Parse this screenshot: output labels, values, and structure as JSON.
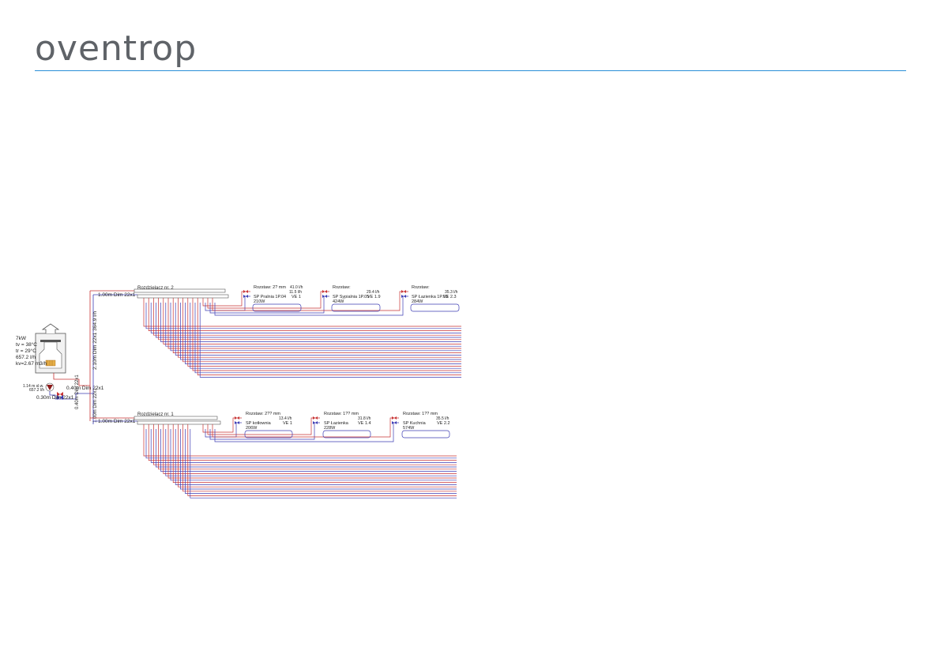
{
  "header": {
    "brand": "oventrop",
    "accent": "#2a8fd8"
  },
  "colors": {
    "supply": "#c83232",
    "return": "#3c3cb4",
    "box": "#555555"
  },
  "source": {
    "lines": [
      "7kW",
      "tv = 38°C",
      "tr = 29°C",
      "657.2 l/h",
      "kv=2.67 m3/h"
    ],
    "pump_head": "1.14 m sl.w.",
    "pump_flow": "657.2 l/h"
  },
  "pipes": {
    "p1": "0.30m Dim 22x1",
    "p2": "0.40m Dim 22x1",
    "p3": "0.40m Dim 22x1",
    "riser": "2.10m Dim 22x1 364.9 l/h",
    "top": "1.00m Dim 22x1",
    "bottom": "1.00m Dim 22x1"
  },
  "distributors": [
    {
      "name": "Rozdzielacz nr. 2",
      "loops": [
        {
          "setting": "Rozstaw: 2? mm",
          "flow_top": "41.0 l/h",
          "flow": "11.5 l/h",
          "room": "SP Pralnia 1P.04",
          "ve": "VE 1",
          "power": "210W"
        },
        {
          "setting": "Rozstaw:",
          "flow_top": "",
          "flow": "29.4 l/h",
          "room": "SP Sypialnia 1P.05",
          "ve": "VE 1.9",
          "power": "424W"
        },
        {
          "setting": "Rozstaw:",
          "flow_top": "",
          "flow": "35.3 l/h",
          "room": "SP Łazienka 1P.03",
          "ve": "VE 2.3",
          "power": "284W"
        }
      ]
    },
    {
      "name": "Rozdzielacz nr. 1",
      "loops": [
        {
          "setting": "Rozstaw: 2?? mm",
          "flow_top": "",
          "flow": "13.4 l/h",
          "room": "SP kotłownia",
          "ve": "VE 1",
          "power": "206W"
        },
        {
          "setting": "Rozstaw: 1?? mm",
          "flow_top": "",
          "flow": "31.8 l/h",
          "room": "SP Łazienka",
          "ve": "VE 1.4",
          "power": "228W"
        },
        {
          "setting": "Rozstaw: 1?? mm",
          "flow_top": "",
          "flow": "35.5 l/h",
          "room": "SP Kuchnia",
          "ve": "VE 2.2",
          "power": "574W"
        }
      ]
    }
  ]
}
